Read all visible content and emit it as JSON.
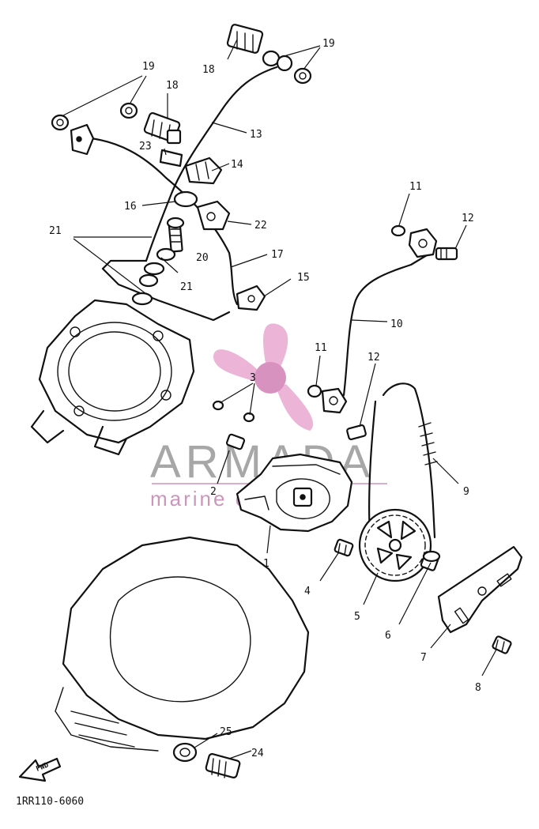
{
  "callouts": [
    {
      "id": "c1",
      "label": "1"
    },
    {
      "id": "c2",
      "label": "2"
    },
    {
      "id": "c3",
      "label": "3"
    },
    {
      "id": "c4",
      "label": "4"
    },
    {
      "id": "c5",
      "label": "5"
    },
    {
      "id": "c6",
      "label": "6"
    },
    {
      "id": "c7",
      "label": "7"
    },
    {
      "id": "c8",
      "label": "8"
    },
    {
      "id": "c9",
      "label": "9"
    },
    {
      "id": "c10",
      "label": "10"
    },
    {
      "id": "c11a",
      "label": "11"
    },
    {
      "id": "c11b",
      "label": "11"
    },
    {
      "id": "c12a",
      "label": "12"
    },
    {
      "id": "c12b",
      "label": "12"
    },
    {
      "id": "c13",
      "label": "13"
    },
    {
      "id": "c14",
      "label": "14"
    },
    {
      "id": "c15",
      "label": "15"
    },
    {
      "id": "c16",
      "label": "16"
    },
    {
      "id": "c17",
      "label": "17"
    },
    {
      "id": "c18a",
      "label": "18"
    },
    {
      "id": "c18b",
      "label": "18"
    },
    {
      "id": "c19a",
      "label": "19"
    },
    {
      "id": "c19b",
      "label": "19"
    },
    {
      "id": "c20",
      "label": "20"
    },
    {
      "id": "c21a",
      "label": "21"
    },
    {
      "id": "c21b",
      "label": "21"
    },
    {
      "id": "c22",
      "label": "22"
    },
    {
      "id": "c23",
      "label": "23"
    },
    {
      "id": "c24",
      "label": "24"
    },
    {
      "id": "c25",
      "label": "25"
    }
  ],
  "diagram_code": "1RR110-6060",
  "front_arrow_label": "FWD",
  "watermark": {
    "brand": "ARMADA",
    "tagline": "marine outboards",
    "logo_color": "#e9a7cf",
    "text_color": "#8a8a8a"
  }
}
